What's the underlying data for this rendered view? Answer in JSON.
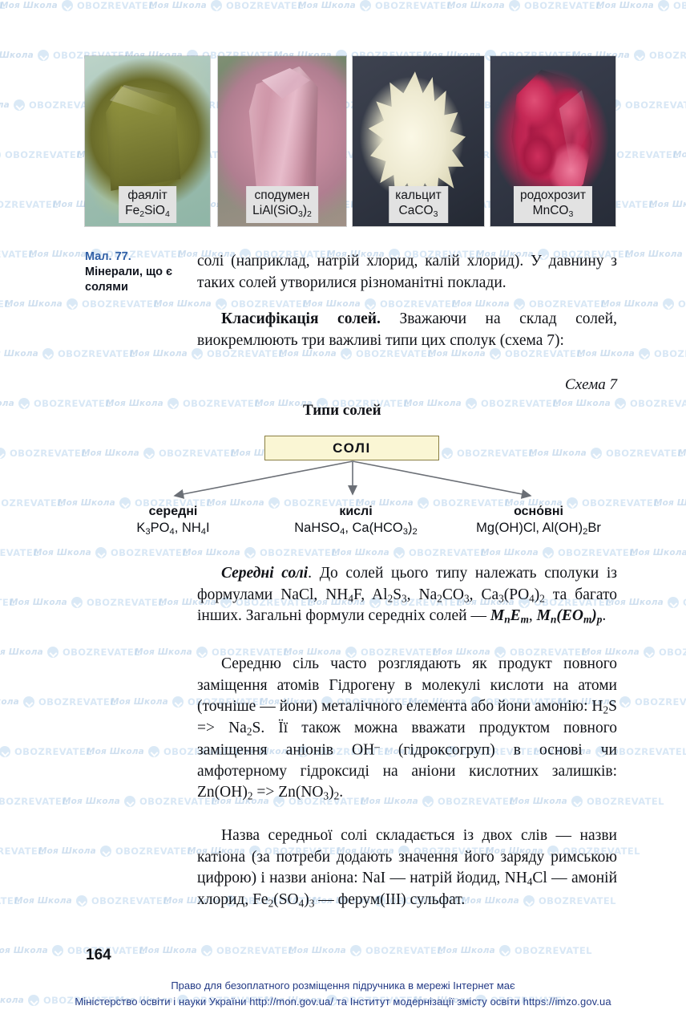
{
  "page": {
    "number": "164",
    "watermark": {
      "school": "Моя Школа",
      "brand": "OBOZREVATEL",
      "icon": "check-circle-icon"
    }
  },
  "figure": {
    "caption_number": "Мал. 77.",
    "caption_text": "Мінерали, що є солями",
    "minerals": [
      {
        "name": "фаяліт",
        "formula_html": "Fe<sub>2</sub>SiO<sub>4</sub>",
        "photo": "fayalite-photo"
      },
      {
        "name": "сподумен",
        "formula_html": "LiAl(SiO<sub>3</sub>)<sub>2</sub>",
        "photo": "spodumene-photo"
      },
      {
        "name": "кальцит",
        "formula_html": "CaCO<sub>3</sub>",
        "photo": "calcite-photo"
      },
      {
        "name": "родохрозит",
        "formula_html": "MnCO<sub>3</sub>",
        "photo": "rhodochrosite-photo"
      }
    ]
  },
  "body": {
    "p_continued_html": "солі (наприклад, натрій хлорид, калій хлорид). У давнину з таких солей утворилися різноманітні поклади.",
    "p_classification_html": "<span class=\"b\">Класифікація солей.</span> Зважаючи на склад солей, виокремлюють три важливі типи цих сполук (схема 7):",
    "p_seredni_soli_html": "<span class=\"bi\">Середні солі</span>. До солей цього типу належать сполуки із формулами NaCl, NH<sub>4</sub>F, Al<sub>2</sub>S<sub>3</sub>, Na<sub>2</sub>CO<sub>3</sub>, Ca<sub>3</sub>(PO<sub>4</sub>)<sub>2</sub> та багато інших. Загальні формули середніх солей — <span class=\"bi\">M<sub>n</sub>E<sub>m</sub></span>, <span class=\"bi\">M<sub>n</sub>(EO<sub>m</sub>)<sub>p</sub></span>.",
    "p_seredniu_sil_html": "Середню сіль часто розглядають як продукт повного заміщення атомів Гідрогену в молекулі кислоти на атоми (точніше — йони) металічного елемента або йони амонію: H<sub>2</sub>S => Na<sub>2</sub>S. Її також можна вважати продуктом повного заміщення аніонів OH<sup>–</sup> (гідроксогруп) в основі чи амфотерному гідроксиді на аніони кислотних залишків: Zn(OH)<sub>2</sub> => Zn(NO<sub>3</sub>)<sub>2</sub>.",
    "p_nazva_html": "Назва середньої солі складається із двох слів — назви катіона (за потреби додають значення його заряду римською цифрою) і назви аніона: NaI — натрій йодид, NH<sub>4</sub>Cl — амоній хлорид, Fe<sub>2</sub>(SO<sub>4</sub>)<sub>3</sub> — ферум(III) сульфат."
  },
  "scheme": {
    "label": "Схема 7",
    "title": "Типи солей",
    "root": "СОЛІ",
    "branches": [
      {
        "name": "середні",
        "formula_html": "K<sub>3</sub>PO<sub>4</sub>, NH<sub>4</sub>I"
      },
      {
        "name": "кислі",
        "formula_html": "NaHSO<sub>4</sub>, Ca(HCO<sub>3</sub>)<sub>2</sub>"
      },
      {
        "name": "осно́вні",
        "formula_html": "Mg(OH)Cl, Al(OH)<sub>2</sub>Br"
      }
    ],
    "box_fill": "#faf6d4",
    "box_border": "#8a7f43",
    "arrow_color": "#6b6f76"
  },
  "footer": {
    "line1": "Право для безоплатного розміщення підручника в мережі Інтернет має",
    "line2": "Міністерство освіти і науки України http://mon.gov.ua/ та Інститут модернізації змісту освіти https://imzo.gov.ua",
    "color": "#243b86"
  }
}
